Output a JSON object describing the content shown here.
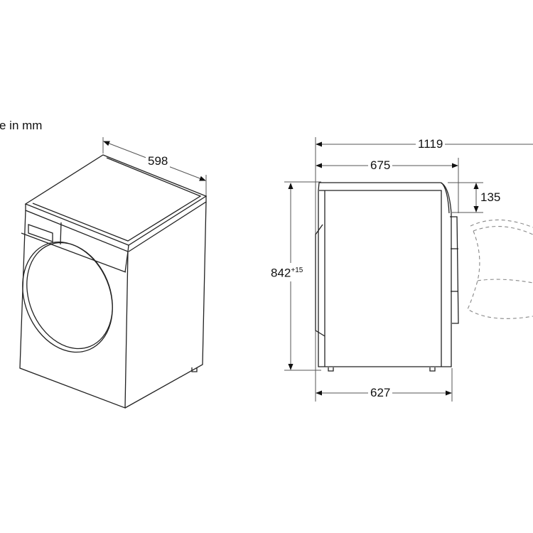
{
  "caption": "e in mm",
  "dimensions": {
    "width": "598",
    "depth_with_door_open": "1119",
    "depth": "675",
    "door_protrusion": "135",
    "height": "842",
    "height_tolerance": "+15",
    "base_depth": "627"
  }
}
